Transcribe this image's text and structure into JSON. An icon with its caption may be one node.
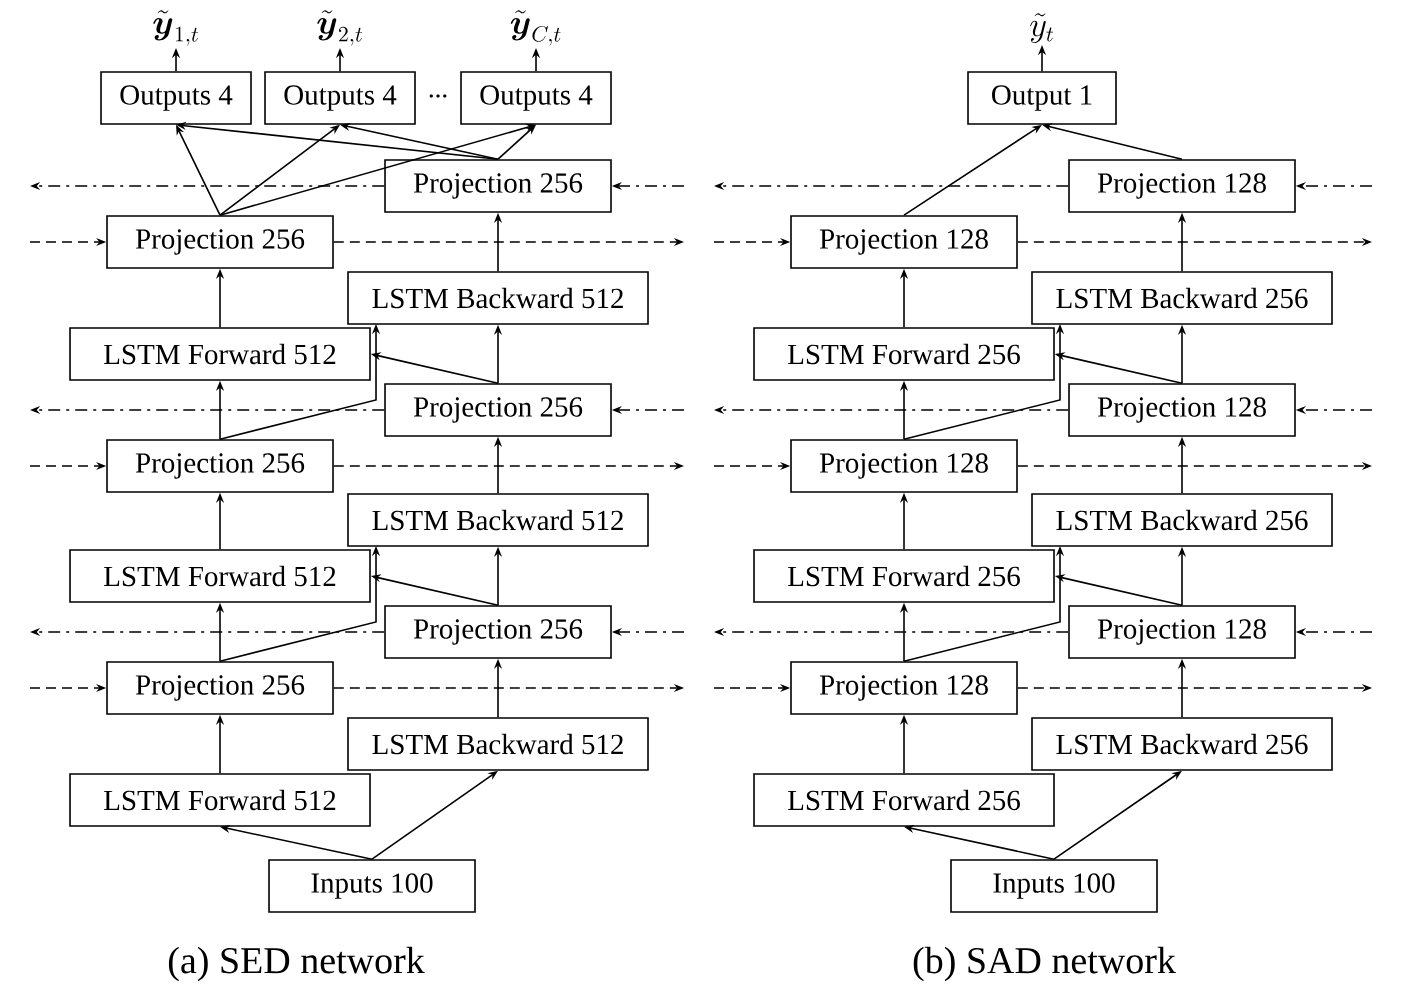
{
  "diagram": {
    "nodes": [
      {
        "text": [
          "\\tilde{\\boldsymbol{y}}_{1,t}"
        ]
      },
      {
        "text": [
          "\\tilde{\\boldsymbol{y}}_{2,t}"
        ]
      },
      {
        "text": [
          "\\tilde{\\boldsymbol{y}}_{C,t}"
        ]
      },
      {
        "text": [
          "Outputs 4"
        ]
      },
      {
        "text": [
          "Outputs 4"
        ]
      },
      {
        "text": [
          "Outputs 4"
        ]
      },
      {
        "text": [
          "Projection 256"
        ]
      },
      {
        "text": [
          "Projection 256"
        ]
      },
      {
        "text": [
          "LSTM Backward 512"
        ]
      },
      {
        "text": [
          "LSTM Forward 512"
        ]
      },
      {
        "text": [
          "Projection 256"
        ]
      },
      {
        "text": [
          "Projection 256"
        ]
      },
      {
        "text": [
          "LSTM Backward 512"
        ]
      },
      {
        "text": [
          "LSTM Forward 512"
        ]
      },
      {
        "text": [
          "Projection 256"
        ]
      },
      {
        "text": [
          "Projection 256"
        ]
      },
      {
        "text": [
          "LSTM Backward 512"
        ]
      },
      {
        "text": [
          "LSTM Forward 512"
        ]
      },
      {
        "text": [
          "Inputs 100"
        ]
      },
      {
        "text": [
          "\\tilde{y}_t"
        ]
      },
      {
        "text": [
          "Output 1"
        ]
      },
      {
        "text": [
          "Projection 128"
        ]
      },
      {
        "text": [
          "Projection 128"
        ]
      },
      {
        "text": [
          "LSTM Backward 256"
        ]
      },
      {
        "text": [
          "LSTM Forward 256"
        ]
      },
      {
        "text": [
          "Projection 128"
        ]
      },
      {
        "text": [
          "Projection 128"
        ]
      },
      {
        "text": [
          "LSTM Backward 256"
        ]
      },
      {
        "text": [
          "LSTM Forward 256"
        ]
      },
      {
        "text": [
          "Projection 128"
        ]
      },
      {
        "text": [
          "Projection 128"
        ]
      },
      {
        "text": [
          "LSTM Backward 256"
        ]
      },
      {
        "text": [
          "LSTM Forward 256"
        ]
      },
      {
        "text": [
          "Inputs 100"
        ]
      }
    ],
    "edges": [
      {
        "from": 3,
        "to": 0,
        "arrow": "to"
      },
      {
        "from": 4,
        "to": 1,
        "arrow": "to"
      },
      {
        "from": 5,
        "to": 2,
        "arrow": "to"
      },
      {
        "from": 6,
        "to": 3,
        "arrow": "to"
      },
      {
        "from": 6,
        "to": 4,
        "arrow": "to"
      },
      {
        "from": 6,
        "to": 5,
        "arrow": "to"
      },
      {
        "from": 7,
        "to": 3,
        "arrow": "to"
      },
      {
        "from": 7,
        "to": 4,
        "arrow": "to"
      },
      {
        "from": 7,
        "to": 5,
        "arrow": "to"
      },
      {
        "from": 9,
        "to": 7,
        "arrow": "to"
      },
      {
        "from": 8,
        "to": 6,
        "arrow": "to"
      },
      {
        "from": 11,
        "to": 9,
        "arrow": "to"
      },
      {
        "from": 11,
        "to": 8,
        "arrow": "to"
      },
      {
        "from": 10,
        "to": 8,
        "arrow": "to"
      },
      {
        "from": 10,
        "to": 9,
        "arrow": "to"
      },
      {
        "from": 13,
        "to": 11,
        "arrow": "to"
      },
      {
        "from": 12,
        "to": 10,
        "arrow": "to"
      },
      {
        "from": 15,
        "to": 13,
        "arrow": "to"
      },
      {
        "from": 15,
        "to": 12,
        "arrow": "to"
      },
      {
        "from": 14,
        "to": 12,
        "arrow": "to"
      },
      {
        "from": 14,
        "to": 13,
        "arrow": "to"
      },
      {
        "from": 17,
        "to": 15,
        "arrow": "to"
      },
      {
        "from": 16,
        "to": 14,
        "arrow": "to"
      },
      {
        "from": 18,
        "to": 17,
        "arrow": "to"
      },
      {
        "from": 18,
        "to": 16,
        "arrow": "to"
      },
      {
        "from": null,
        "to": 7,
        "arrow": "to",
        "style": "dashed"
      },
      {
        "from": 7,
        "to": null,
        "arrow": "to",
        "style": "dashed"
      },
      {
        "from": null,
        "to": 11,
        "arrow": "to",
        "style": "dashed"
      },
      {
        "from": 11,
        "to": null,
        "arrow": "to",
        "style": "dashed"
      },
      {
        "from": null,
        "to": 15,
        "arrow": "to",
        "style": "dashed"
      },
      {
        "from": 15,
        "to": null,
        "arrow": "to",
        "style": "dashed"
      },
      {
        "from": null,
        "to": 6,
        "arrow": "to",
        "style": "dashed"
      },
      {
        "from": 6,
        "to": null,
        "arrow": "to",
        "style": "dashed"
      },
      {
        "from": null,
        "to": 10,
        "arrow": "to",
        "style": "dashed"
      },
      {
        "from": 10,
        "to": null,
        "arrow": "to",
        "style": "dashed"
      },
      {
        "from": null,
        "to": 14,
        "arrow": "to",
        "style": "dashed"
      },
      {
        "from": 14,
        "to": null,
        "arrow": "to",
        "style": "dashed"
      },
      {
        "from": 20,
        "to": 19,
        "arrow": "to"
      },
      {
        "from": 21,
        "to": 20,
        "arrow": "to"
      },
      {
        "from": 22,
        "to": 20,
        "arrow": "to"
      },
      {
        "from": 24,
        "to": 22,
        "arrow": "to"
      },
      {
        "from": 23,
        "to": 21,
        "arrow": "to"
      },
      {
        "from": 26,
        "to": 24,
        "arrow": "to"
      },
      {
        "from": 26,
        "to": 23,
        "arrow": "to"
      },
      {
        "from": 25,
        "to": 23,
        "arrow": "to"
      },
      {
        "from": 25,
        "to": 24,
        "arrow": "to"
      },
      {
        "from": 28,
        "to": 26,
        "arrow": "to"
      },
      {
        "from": 27,
        "to": 25,
        "arrow": "to"
      },
      {
        "from": 30,
        "to": 28,
        "arrow": "to"
      },
      {
        "from": 30,
        "to": 27,
        "arrow": "to"
      },
      {
        "from": 29,
        "to": 27,
        "arrow": "to"
      },
      {
        "from": 29,
        "to": 28,
        "arrow": "to"
      },
      {
        "from": 32,
        "to": 30,
        "arrow": "to"
      },
      {
        "from": 31,
        "to": 29,
        "arrow": "to"
      },
      {
        "from": 33,
        "to": 32,
        "arrow": "to"
      },
      {
        "from": 33,
        "to": 31,
        "arrow": "to"
      },
      {
        "from": null,
        "to": 22,
        "arrow": "to",
        "style": "dashed"
      },
      {
        "from": 22,
        "to": null,
        "arrow": "to",
        "style": "dashed"
      },
      {
        "from": null,
        "to": 26,
        "arrow": "to",
        "style": "dashed"
      },
      {
        "from": 26,
        "to": null,
        "arrow": "to",
        "style": "dashed"
      },
      {
        "from": null,
        "to": 30,
        "arrow": "to",
        "style": "dashed"
      },
      {
        "from": 30,
        "to": null,
        "arrow": "to",
        "style": "dashed"
      },
      {
        "from": null,
        "to": 21,
        "arrow": "to",
        "style": "dashed"
      },
      {
        "from": 21,
        "to": null,
        "arrow": "to",
        "style": "dashed"
      },
      {
        "from": null,
        "to": 25,
        "arrow": "to",
        "style": "dashed"
      },
      {
        "from": 25,
        "to": null,
        "arrow": "to",
        "style": "dashed"
      },
      {
        "from": null,
        "to": 29,
        "arrow": "to",
        "style": "dashed"
      },
      {
        "from": 29,
        "to": null,
        "arrow": "to",
        "style": "dashed"
      }
    ],
    "labels": [
      "…",
      "(a) SED network",
      "(b) SAD network"
    ]
  }
}
